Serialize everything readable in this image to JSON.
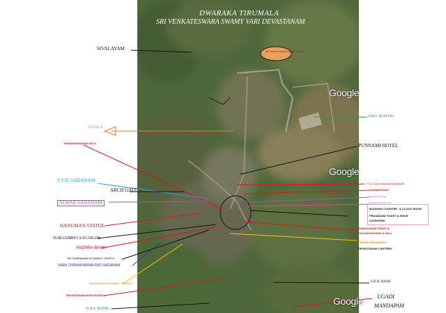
{
  "title": {
    "line1": "DWARAKA TIRUMALA",
    "line2": "SRI VENKATESWARA SWAMY VARI DEVASTANAM"
  },
  "labels": {
    "sivalayam": "SIVALAYAM",
    "goala": "GOALA",
    "kesakhandana_sala": "KESAKHANDANA SALA",
    "ttd_sadanam": "T.T.D. SADANAM",
    "arch_gate": "ARCH GATE",
    "alwar_sadanam": "ALWAR SADANAM",
    "hanuman_statue": "HANUMAN STATUE",
    "narasimha_sagaram": "NARASIMHA SAGARAM",
    "andhra_bank": "ANDHRA BANK",
    "sri_subramanya": "SRI SUBRAMANYA SWAMY TEMPLE",
    "rani_chinnayamma": "RANI CHINNAYAMMA RAO SADANAM",
    "sri_anjaneya": "SRI ANJANEYA SWAMY TEMPLE",
    "devasthanam_school": "DEVASTANAM HIGH SCHOOL",
    "sbi_bank": "S.B.I. BANK",
    "staff_quaters": "STAFF QUATERS",
    "punnami_hotel": "PUNNAMI HOTEL",
    "ttd_kalyana": "T.T.D. KALYANA MANDAPAMS",
    "dormentary": "DORMENTARY",
    "office_kiosk": "OFFICE & KIOSK",
    "annadanam_statue": "ANNADANAM STATUE",
    "booking_counter": "BOOKING COUNTER",
    "cloak_room": "& CLOCK ROOM",
    "prasadam_ticket": "PRASADAM TICKET & ISSUE",
    "counters": "COUNTERS",
    "annadanam_trust": "ANNADANAM TRUST &",
    "kalyanam_meals": "KALYANAM MEALS HALL",
    "bagag_sadanam": "BAGAG SADANAM &",
    "devasthanam_canteen": "DEVASTANAM CANTEEN",
    "sbh_bank": "S.B.H. BANK",
    "ugadi": "UGADI",
    "mandapam": "MANDAPAM",
    "top_oval": "SRI VENKATESWARA SWAMY TEMPLE"
  },
  "watermarks": [
    "Google",
    "Google",
    "Google"
  ],
  "colors": {
    "black": "#111111",
    "orange": "#f07a2a",
    "red": "#d81818",
    "sky": "#28a0e0",
    "purple": "#9a5ab8",
    "green": "#2e9a2e",
    "blue_navy": "#2a3aa0",
    "yellow": "#f0c800",
    "pink": "#e04890"
  }
}
